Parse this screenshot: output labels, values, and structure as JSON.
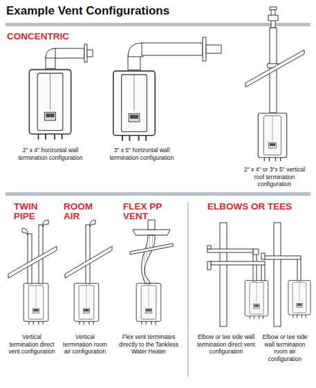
{
  "diagram": {
    "title": "Example Vent Configurations",
    "labels": [
      "CONCENTRIC",
      "2\" x 4\" horizontal wall termination configuration",
      "3\" x 5\" horizontal wall termination configuration",
      "2\" x 4\" or 3\"x 5\" vertical roof termination configuration",
      "TWIN PIPE",
      "ROOM AIR",
      "FLEX PP VENT",
      "ELBOWS OR TEES",
      "Vertical termination direct vent configuration",
      "Vertical termination room air configuration",
      "Flex vent terminates directly to the Tankless Water Heater",
      "Elbow or tee side wall termination direct vent configuration",
      "Elbow or tee side wall termination room air configuration"
    ]
  }
}
